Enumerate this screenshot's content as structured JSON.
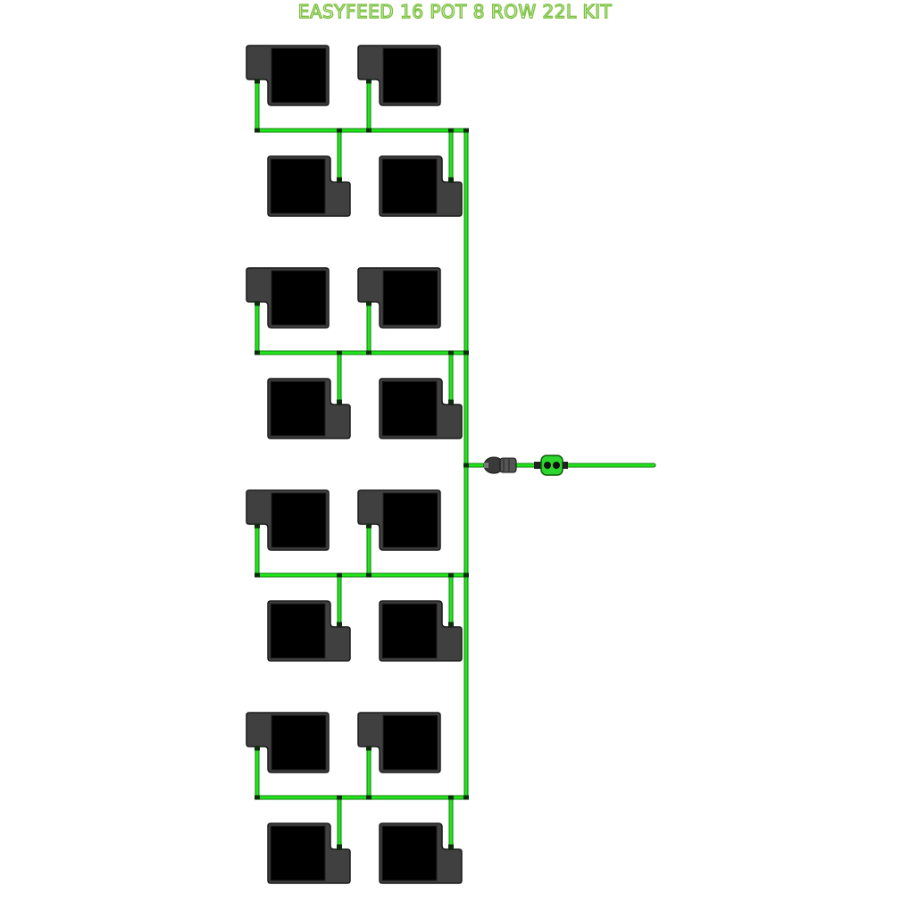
{
  "title": "EASYFEED 16 POT 8 ROW 22L KIT",
  "colors": {
    "tubing": "#22e61c",
    "tubing_outline": "#0d7d0d",
    "pot_fill": "#000000",
    "pot_tray": "#404040",
    "pot_outline": "#1a1a1a",
    "background": "#ffffff"
  },
  "kit": {
    "pot_count": 16,
    "rows": 8,
    "pots_per_row": 2,
    "pot_size": "22L",
    "row_groups": 4
  },
  "components": {
    "pots": "pot",
    "feed_line": "main-feed-line",
    "connector": "hose-connector",
    "valve": "tap-timer-valve"
  }
}
